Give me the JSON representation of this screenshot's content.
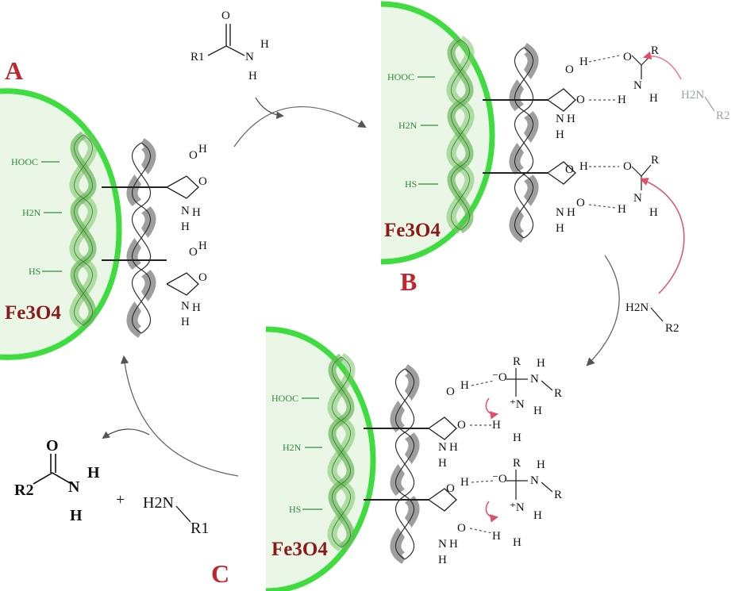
{
  "labels": {
    "panel_a": "A",
    "panel_b": "B",
    "panel_c": "C",
    "fe3o4": "Fe3O4",
    "hooc": "HOOC",
    "h2n": "H2N",
    "hs": "HS"
  },
  "reagent_top": {
    "r": "R1",
    "o": "O",
    "n": "N",
    "h1": "H",
    "h2": "H"
  },
  "amine_faded": "H2N",
  "amine_faded_r": "R2",
  "amine_mid": "H2N",
  "amine_mid_r": "R2",
  "product": {
    "r": "R2",
    "o": "O",
    "n": "N",
    "h1": "H",
    "h2": "H",
    "plus": "+",
    "amine": "H2N",
    "amine_r": "R1"
  },
  "colors": {
    "shell": "#3fdc3f",
    "core_fill": "#eaf6e6",
    "helix_green": "#8fcf7f",
    "label_red": "#c0262d",
    "arrow_pink": "#e07a86"
  }
}
